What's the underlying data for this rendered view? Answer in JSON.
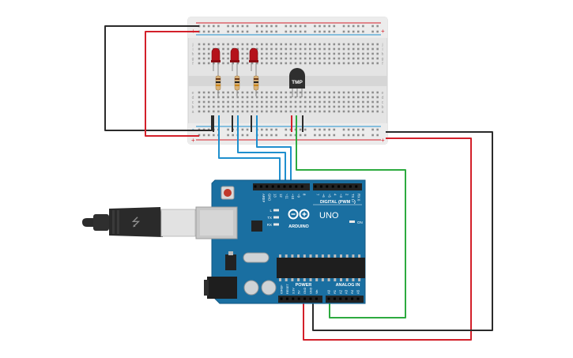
{
  "breadboard": {
    "rail_plus": "+",
    "rail_minus": "-",
    "row_letters_top": [
      "j",
      "i",
      "h",
      "g",
      "f"
    ],
    "row_letters_bottom": [
      "e",
      "d",
      "c",
      "b",
      "a"
    ]
  },
  "components": {
    "leds": [
      {
        "color": "#b5121b"
      },
      {
        "color": "#b5121b"
      },
      {
        "color": "#b5121b"
      }
    ],
    "temperature_sensor": {
      "label": "TMP"
    }
  },
  "arduino": {
    "brand": "ARDUINO",
    "model": "UNO",
    "on_label": "ON",
    "digital_header_label": "DIGITAL (PWM ~)",
    "aref_label": "AREF",
    "gnd_label": "GND",
    "digital_pins": [
      "13",
      "12",
      "~11",
      "~10",
      "~9",
      "8",
      "7",
      "~6",
      "~5",
      "4",
      "~3",
      "2",
      "TX 1",
      "RX 0"
    ],
    "power_label": "POWER",
    "analog_label": "ANALOG IN",
    "power_pins": [
      "IOREF",
      "RESET",
      "3.3V",
      "5V",
      "GND",
      "GND",
      "Vin"
    ],
    "analog_pins": [
      "A0",
      "A1",
      "A2",
      "A3",
      "A4",
      "A5"
    ],
    "led_labels": [
      "L",
      "TX",
      "RX"
    ]
  },
  "wires": {
    "colors": {
      "red": "#d3202a",
      "black": "#2b2b2b",
      "blue": "#1f8fce",
      "green": "#2daa3f"
    }
  }
}
